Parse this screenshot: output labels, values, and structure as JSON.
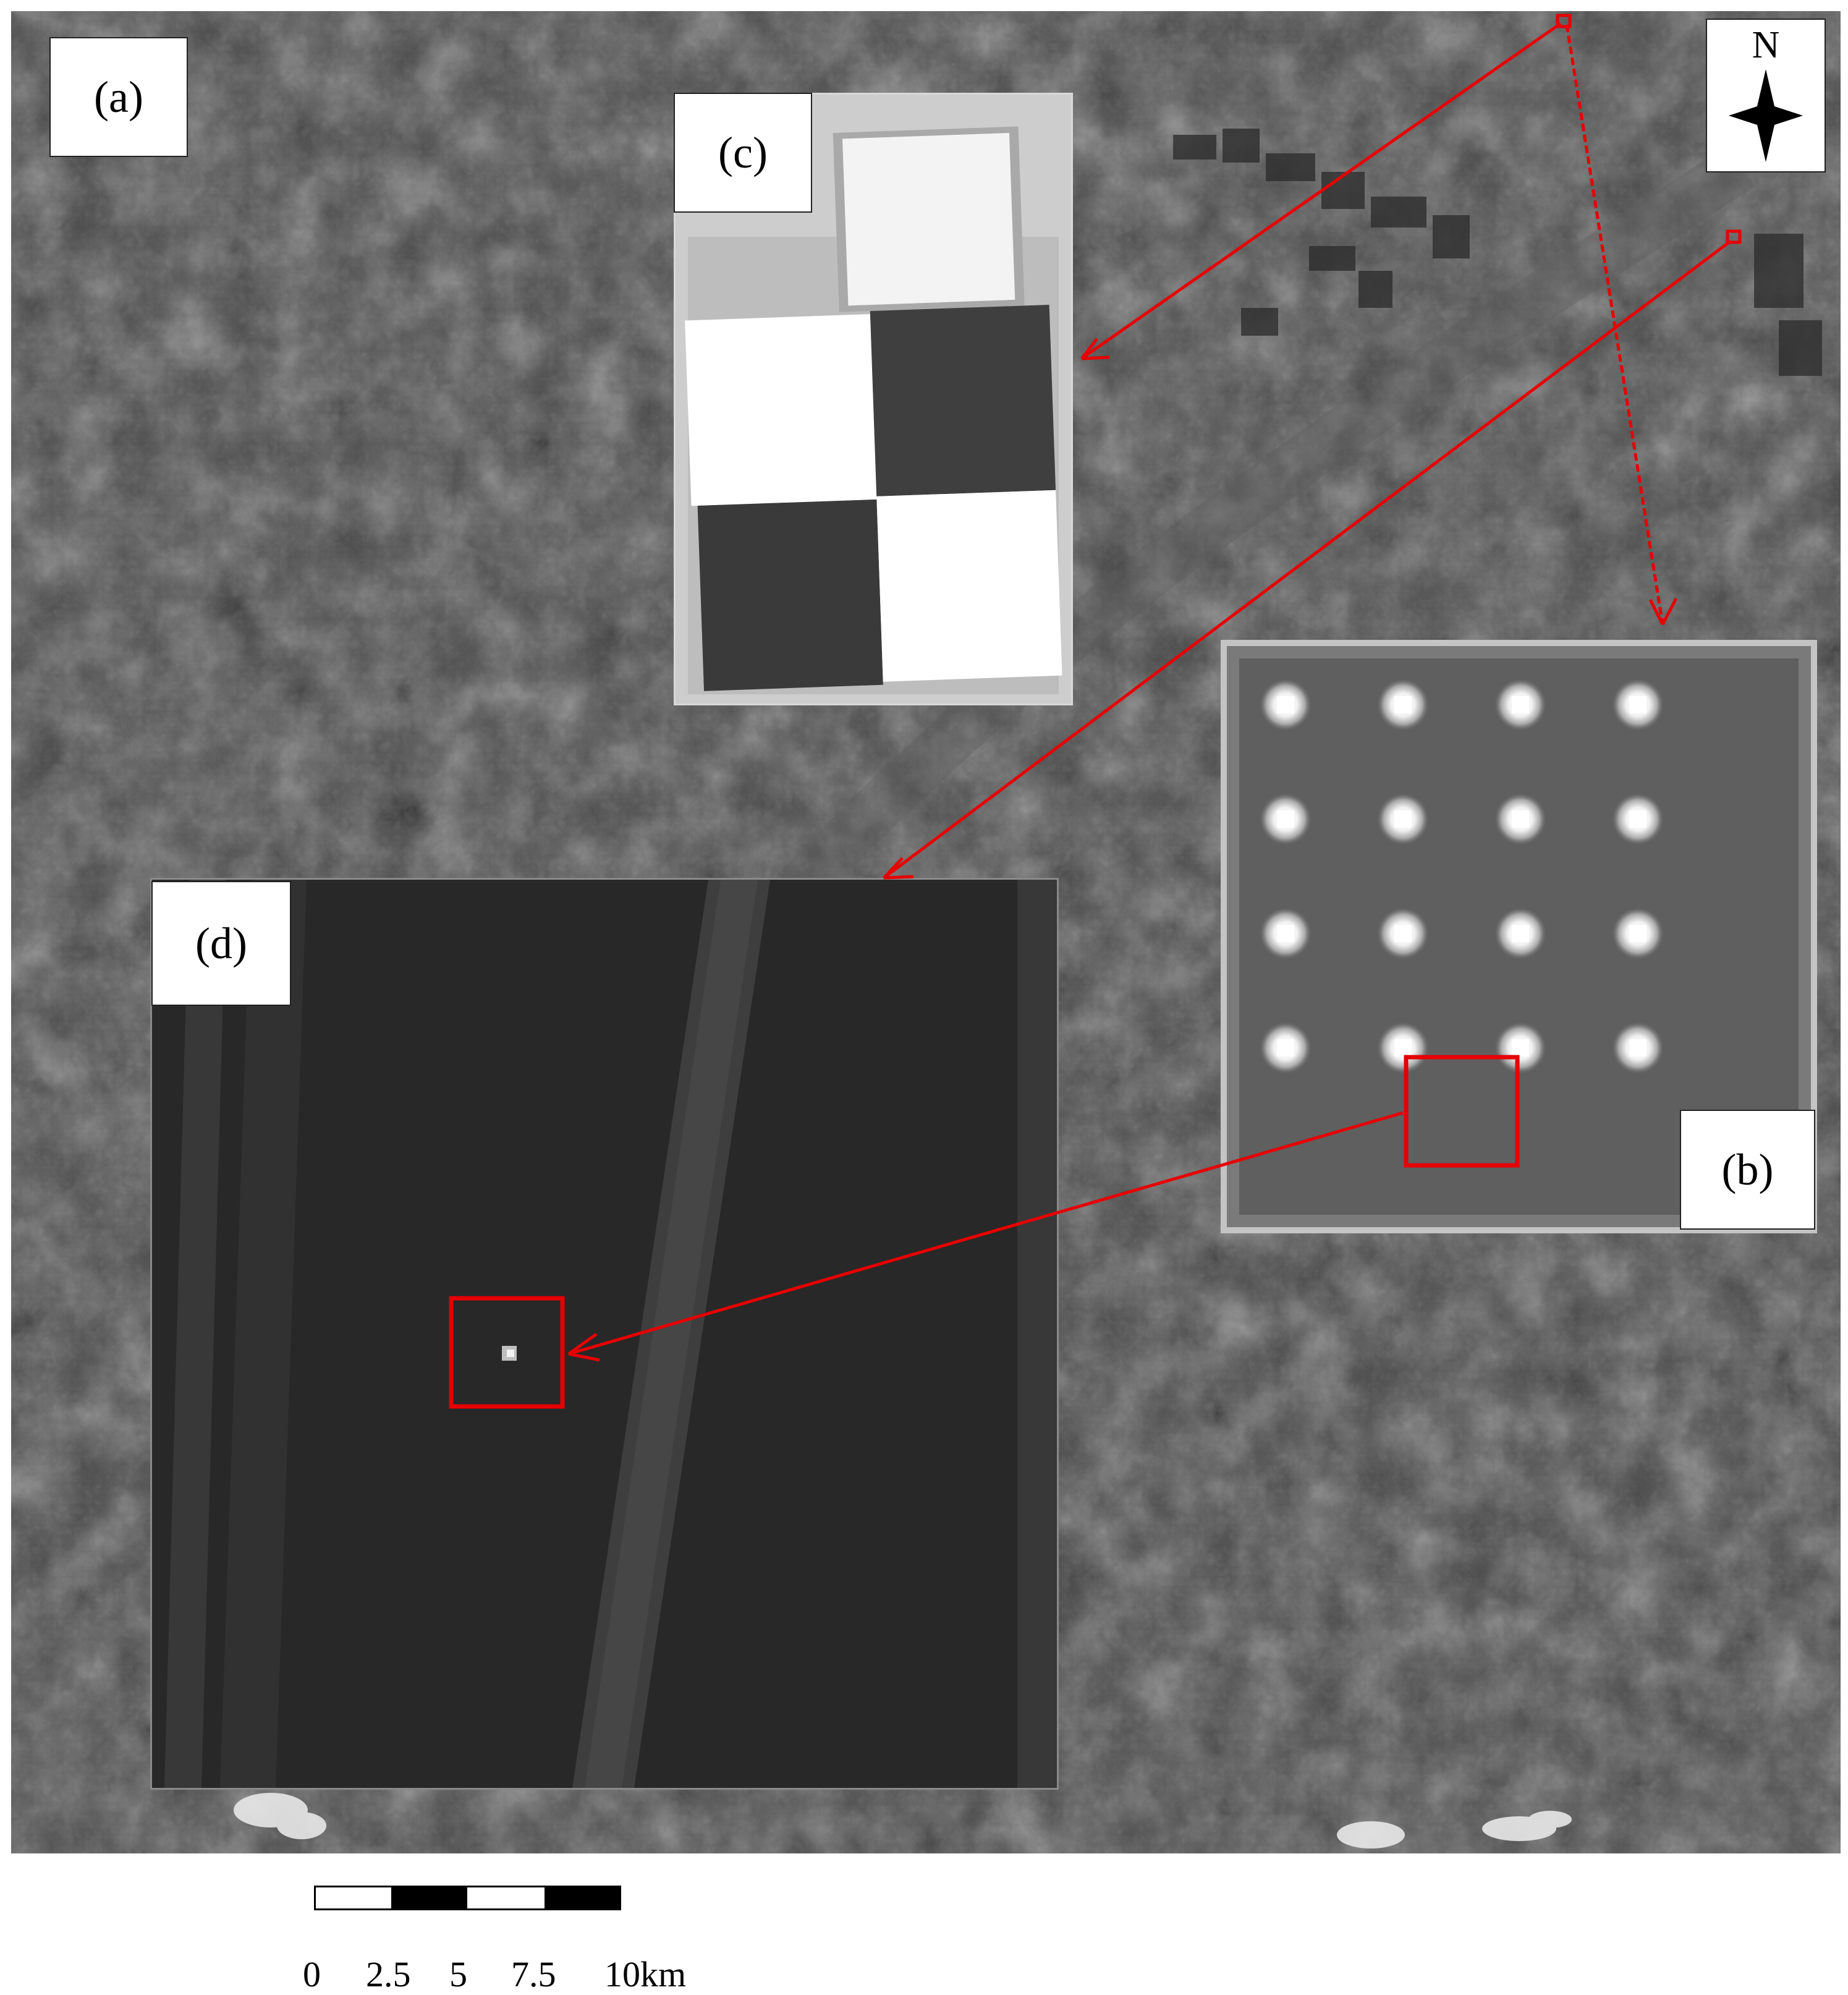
{
  "figure": {
    "panel_a_label": "(a)",
    "panel_b_label": "(b)",
    "panel_c_label": "(c)",
    "panel_d_label": "(d)"
  },
  "north_arrow": {
    "letter": "N",
    "icon": "north-arrow-icon"
  },
  "scale_bar": {
    "ticks": [
      "0",
      "2.5",
      "5",
      "7.5",
      "10km"
    ],
    "segment_colors": [
      "#ffffff",
      "#000000",
      "#ffffff",
      "#000000"
    ]
  },
  "colors": {
    "annotation_red": "#e60000",
    "terrain_base": "#4a4a4a",
    "panel_d_bg": "#2a2a2a"
  },
  "panel_b_grid": {
    "rows": 4,
    "cols": 4,
    "highlighted_cell": {
      "row": 4,
      "col": 2
    }
  }
}
